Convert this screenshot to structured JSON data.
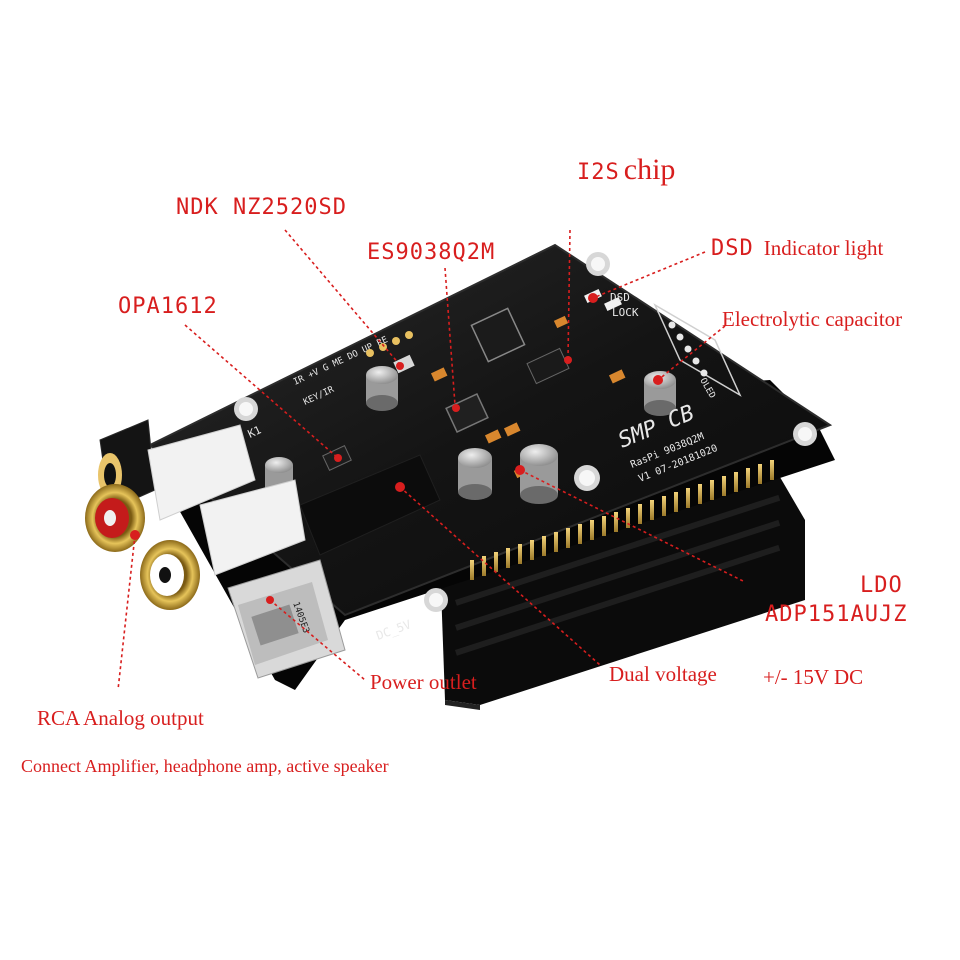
{
  "labels": {
    "i2s_prefix": "I2S",
    "i2s_word": "chip",
    "ndk": "NDK NZ2520SD",
    "es9038": "ES9038Q2M",
    "opa": "OPA1612",
    "dsd_prefix": "DSD",
    "dsd_word": "Indicator light",
    "electrolytic": "Electrolytic capacitor",
    "ldo_line1": "LDO",
    "ldo_line2": "ADP151AUJZ",
    "power_outlet": "Power outlet",
    "dual_voltage": "Dual voltage",
    "voltage_value": "+/- 15V DC",
    "rca": "RCA Analog output",
    "rca_note": "Connect Amplifier, headphone amp, active speaker"
  },
  "silkscreen": {
    "brand": "SMP CB",
    "model": "RasPi 9038Q2M",
    "version": "V1 07-20181020",
    "dc_label": "DC_5V",
    "dsd_led": "DSD",
    "lock_led": "LOCK",
    "header_row": "IR +V G ME DO UP RE",
    "key_ir": "KEY/IR",
    "oled": "OLED",
    "k1": "K1",
    "power_jack_code": "1405E3"
  },
  "colors": {
    "annotation": "#d81e1e",
    "pcb": "#151515",
    "rca_red": "#c41b1b",
    "gold": "#c9a23a"
  }
}
